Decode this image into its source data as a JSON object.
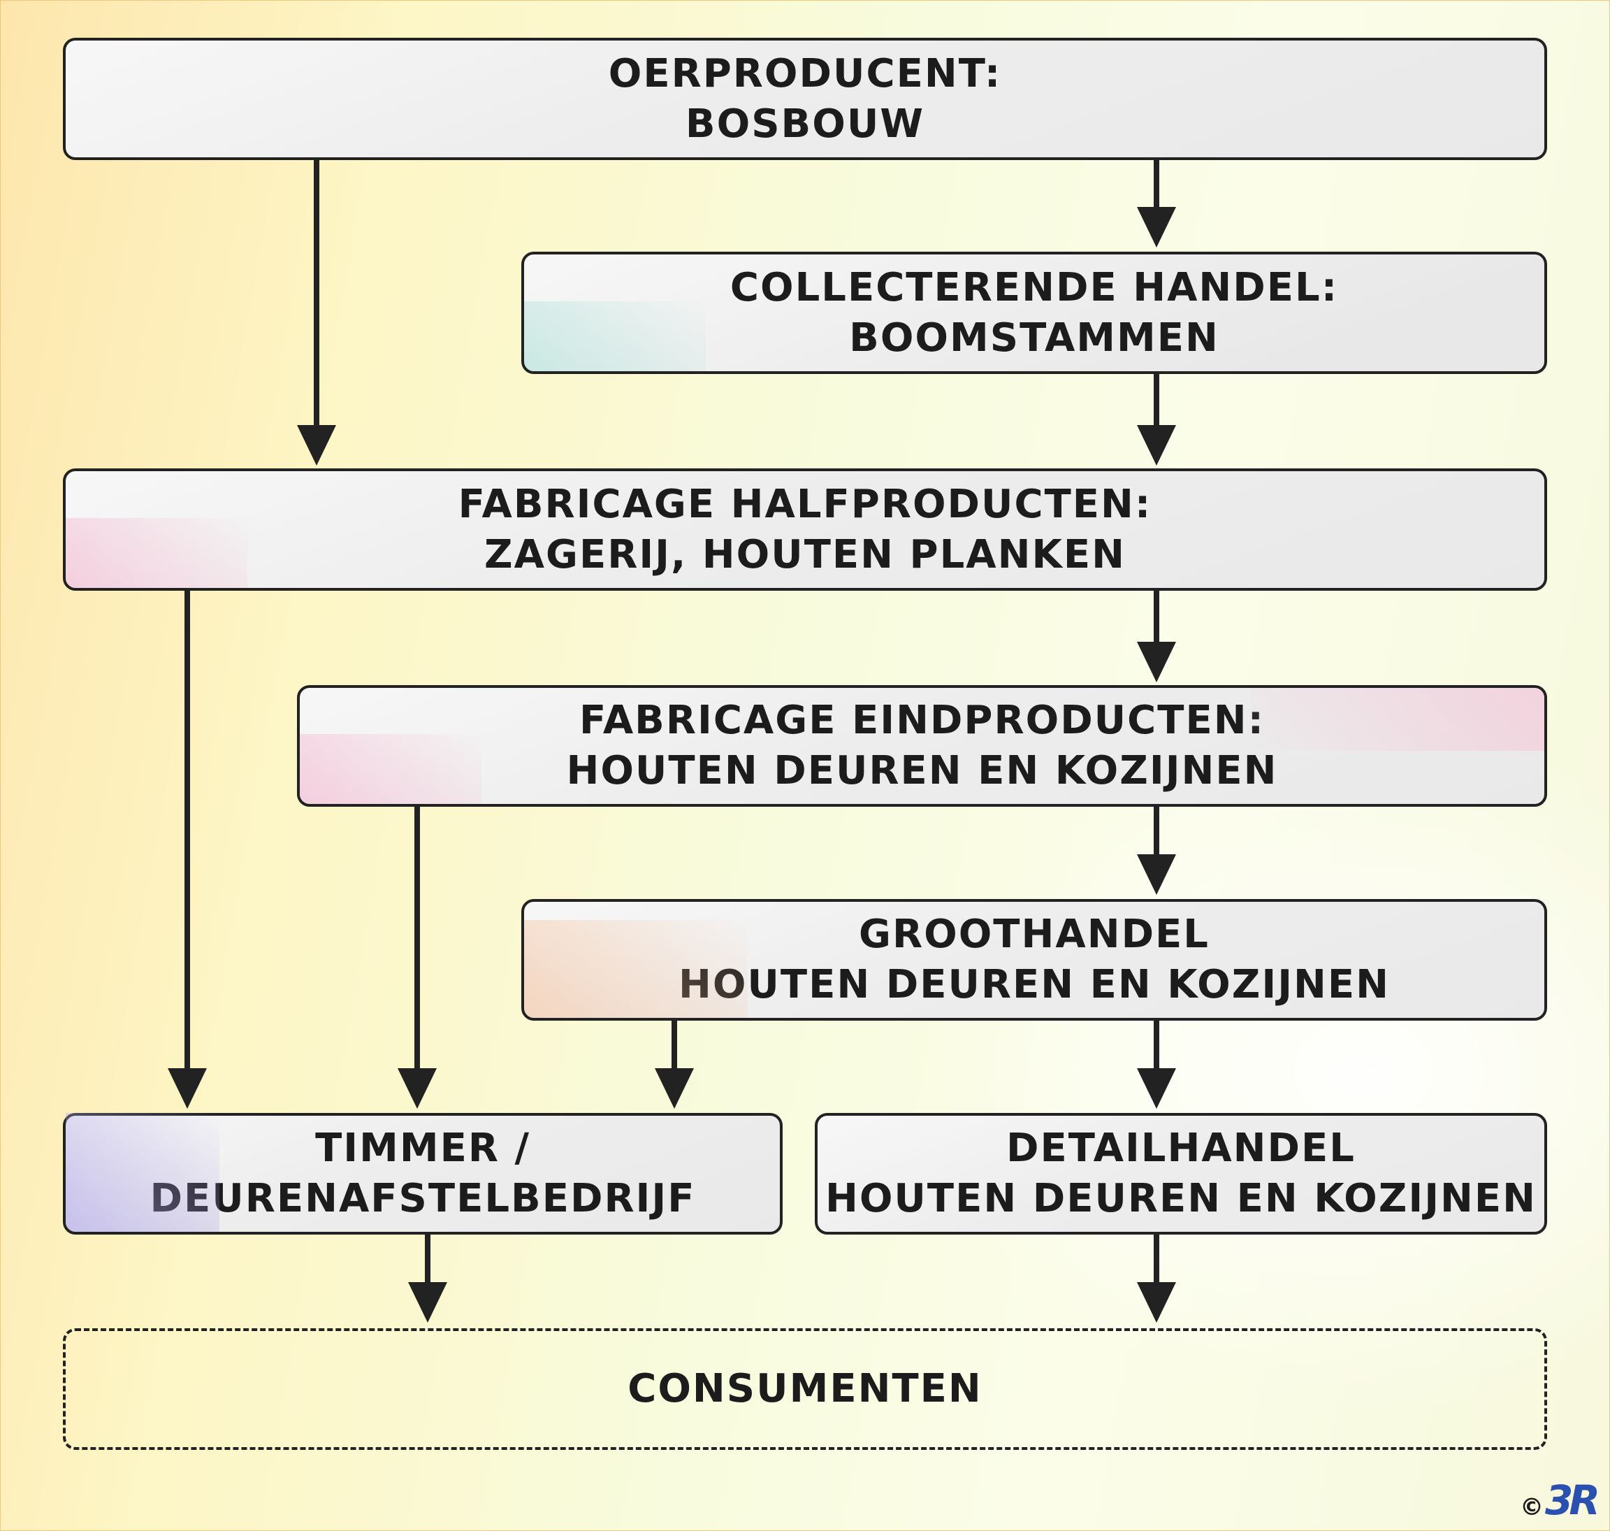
{
  "nodes": {
    "oerproducent": {
      "line1": "OERPRODUCENT:",
      "line2": "BOSBOUW"
    },
    "collecterende_handel": {
      "line1": "COLLECTERENDE HANDEL:",
      "line2": "BOOMSTAMMEN"
    },
    "halfproducten": {
      "line1": "FABRICAGE HALFPRODUCTEN:",
      "line2": "ZAGERIJ, HOUTEN PLANKEN"
    },
    "eindproducten": {
      "line1": "FABRICAGE EINDPRODUCTEN:",
      "line2": "HOUTEN DEUREN EN KOZIJNEN"
    },
    "groothandel": {
      "line1": "GROOTHANDEL",
      "line2": "HOUTEN DEUREN EN KOZIJNEN"
    },
    "timmer": {
      "line1": "TIMMER /",
      "line2": "DEURENAFSTELBEDRIJF"
    },
    "detailhandel": {
      "line1": "DETAILHANDEL",
      "line2": "HOUTEN DEUREN EN KOZIJNEN"
    },
    "consumenten": {
      "line1": "CONSUMENTEN"
    }
  },
  "edges": [
    [
      "oerproducent",
      "collecterende_handel"
    ],
    [
      "oerproducent",
      "halfproducten"
    ],
    [
      "collecterende_handel",
      "halfproducten"
    ],
    [
      "halfproducten",
      "eindproducten"
    ],
    [
      "halfproducten",
      "timmer"
    ],
    [
      "eindproducten",
      "groothandel"
    ],
    [
      "eindproducten",
      "timmer"
    ],
    [
      "groothandel",
      "timmer"
    ],
    [
      "groothandel",
      "detailhandel"
    ],
    [
      "timmer",
      "consumenten"
    ],
    [
      "detailhandel",
      "consumenten"
    ]
  ],
  "copyright": {
    "symbol": "©",
    "mark": "3R"
  },
  "colors": {
    "stroke": "#222222",
    "box_fill": "#ededed",
    "logo": "#2a50b0"
  }
}
